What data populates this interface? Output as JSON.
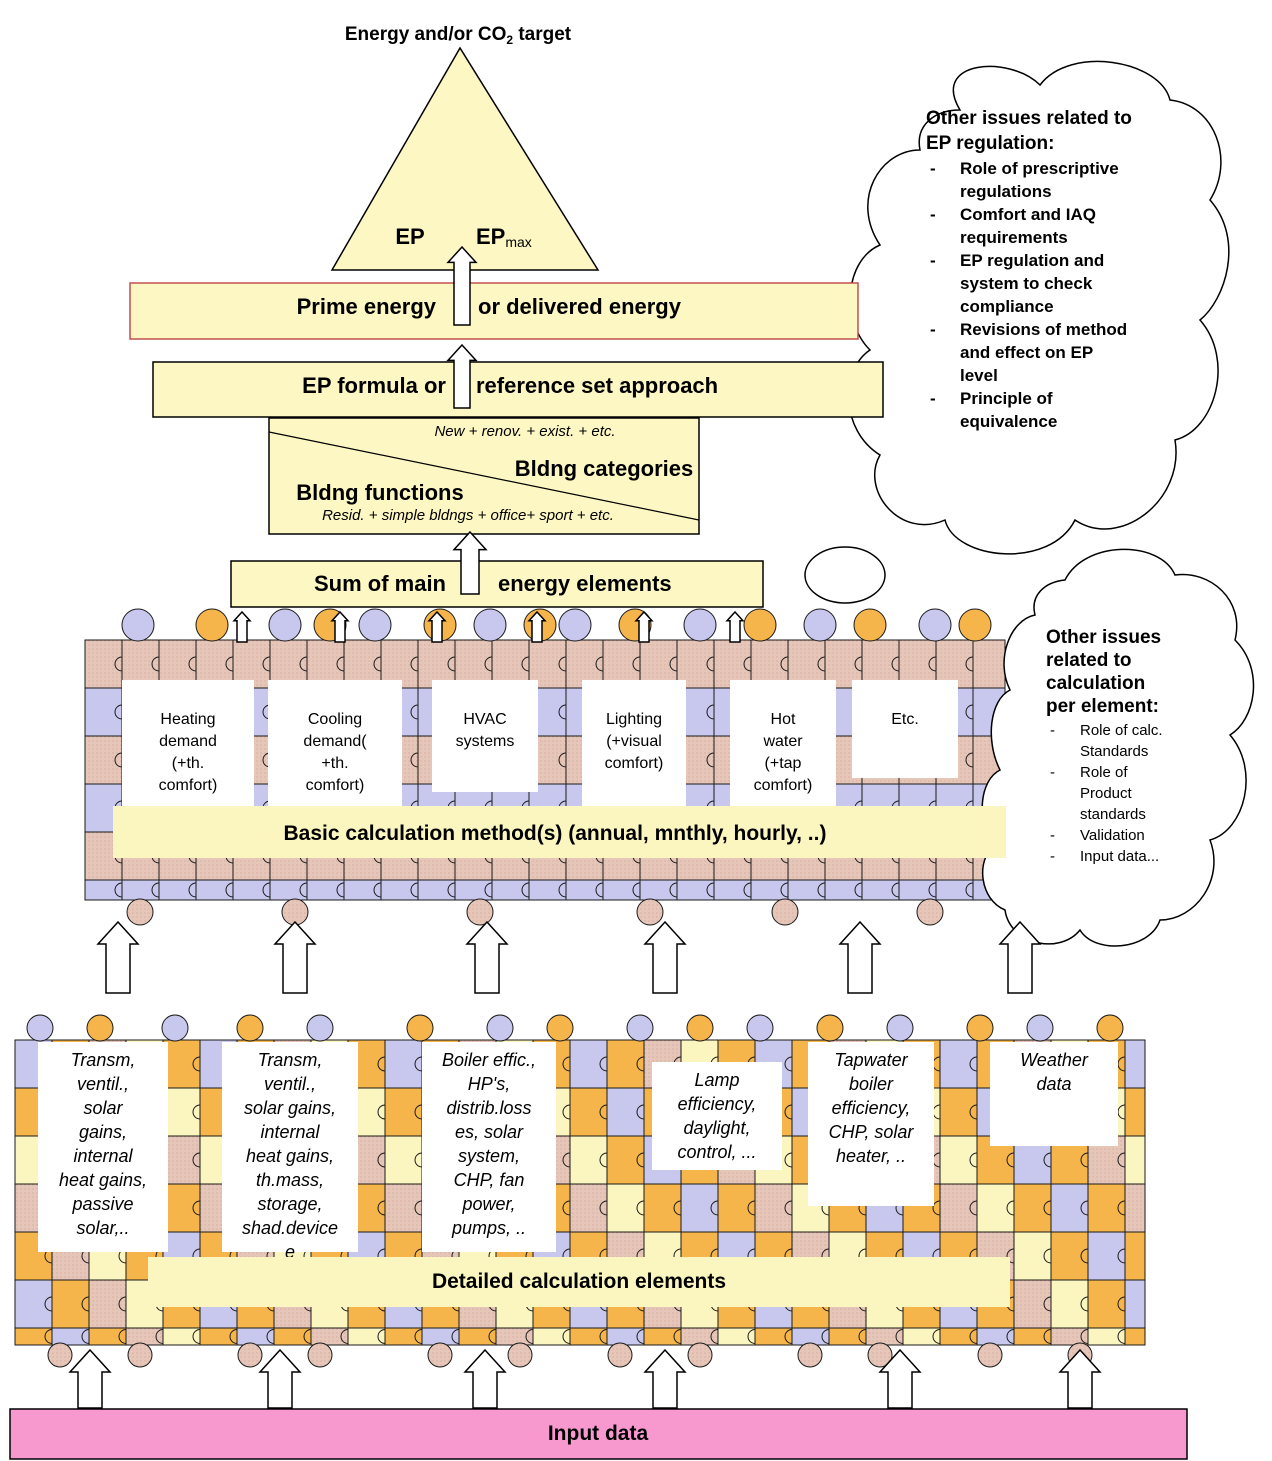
{
  "top": {
    "target_label": "Energy and/or CO",
    "target_sub": "2",
    "target_suffix": " target",
    "ep_label": "EP",
    "epmax_label": "EP",
    "epmax_sub": "max"
  },
  "prime_energy": {
    "left": "Prime energy",
    "right": "or delivered energy"
  },
  "ep_formula": {
    "left": "EP formula or",
    "right": "reference set approach"
  },
  "categories": {
    "top_text": "New + renov. + exist. + etc.",
    "categories_label": "Bldng categories",
    "functions_label": "Bldng functions",
    "bottom_text": "Resid. + simple bldngs +  office+ sport + etc."
  },
  "sum_box": {
    "left": "Sum of main",
    "right": "energy elements"
  },
  "elements": [
    [
      "Heating",
      "demand",
      "(+th.",
      "comfort)"
    ],
    [
      "Cooling",
      "demand(",
      "+th.",
      "comfort)"
    ],
    [
      "HVAC",
      "systems"
    ],
    [
      "Lighting",
      "(+visual",
      "comfort)"
    ],
    [
      "Hot",
      "water",
      "(+tap",
      "comfort)"
    ],
    [
      "Etc."
    ]
  ],
  "basic_method": "Basic calculation method(s) (annual, mnthly, hourly, ..)",
  "details": [
    [
      "Transm,",
      "ventil.,",
      "solar",
      "gains,",
      "internal",
      "heat gains,",
      "passive",
      "solar,.."
    ],
    [
      "Transm,",
      "ventil.,",
      "solar gains,",
      "internal",
      "heat gains,",
      "th.mass,",
      "storage,",
      "shad.device",
      "e"
    ],
    [
      "Boiler effic.,",
      "HP's,",
      "distrib.loss",
      "es, solar",
      "system,",
      "CHP, fan",
      "power,",
      "pumps, .."
    ],
    [
      "Lamp",
      "efficiency,",
      "daylight,",
      "control, ..."
    ],
    [
      "Tapwater",
      "boiler",
      "efficiency,",
      "CHP,  solar",
      "heater, .."
    ],
    [
      "Weather",
      "data"
    ]
  ],
  "detailed_elements": "Detailed calculation elements",
  "input_data": "Input data",
  "cloud_ep": {
    "heading": [
      "Other issues related to",
      "EP regulation:"
    ],
    "bullets": [
      [
        "Role of prescriptive",
        "regulations"
      ],
      [
        "Comfort and IAQ",
        "requirements"
      ],
      [
        "EP regulation and",
        "system to check",
        "compliance"
      ],
      [
        "Revisions of method",
        "and effect on EP",
        "level"
      ],
      [
        "Principle of",
        "equivalence"
      ]
    ]
  },
  "cloud_calc": {
    "heading": [
      "Other issues",
      "related to",
      "calculation",
      "per element:"
    ],
    "bullets": [
      [
        "Role of calc.",
        "Standards"
      ],
      [
        "Role of",
        "Product",
        "standards"
      ],
      [
        "Validation"
      ],
      [
        "Input data..."
      ]
    ]
  },
  "colors": {
    "box_fill": "#fdf7c3",
    "prime_border": "#c0504d",
    "puzzle_orange": "#f5b54a",
    "puzzle_lavender": "#c8c8ef",
    "puzzle_pink": "#e6c6b8",
    "puzzle_yellow": "#fbf6c0",
    "input_fill": "#f799cf",
    "triangle_fill": "#fdf7c3"
  }
}
